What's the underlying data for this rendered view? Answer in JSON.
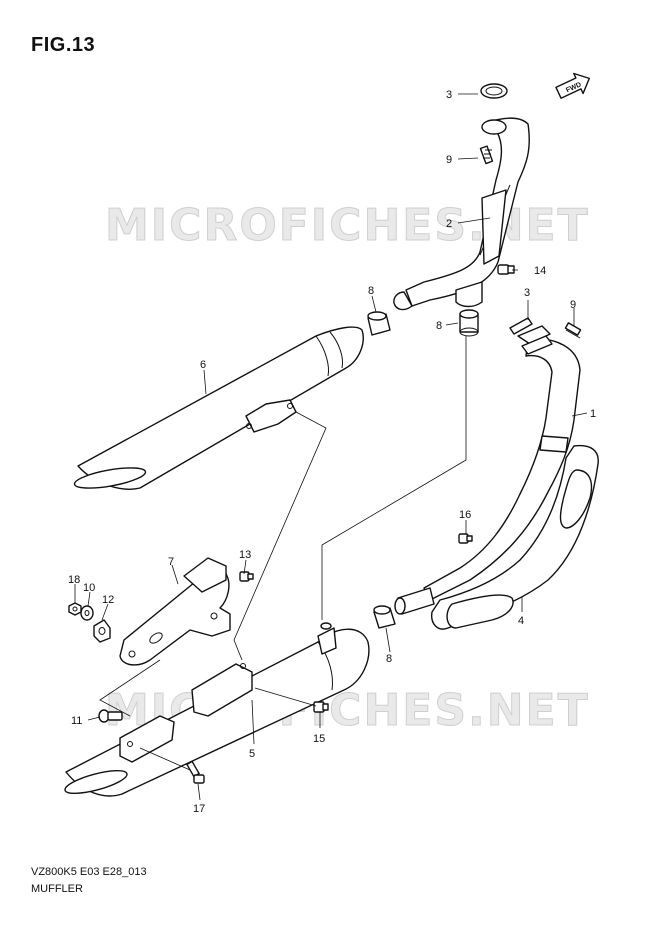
{
  "figure": {
    "title": "FIG.13",
    "code": "VZ800K5 E03 E28_013",
    "caption": "MUFFLER"
  },
  "watermark": {
    "text": "MICROFICHES.NET"
  },
  "direction_arrow": {
    "label": "FWD"
  },
  "callouts": {
    "c1": "1",
    "c2": "2",
    "c3a": "3",
    "c3b": "3",
    "c4": "4",
    "c5": "5",
    "c6": "6",
    "c7": "7",
    "c8a": "8",
    "c8b": "8",
    "c8c": "8",
    "c9a": "9",
    "c9b": "9",
    "c10": "10",
    "c11": "11",
    "c12": "12",
    "c13": "13",
    "c14": "14",
    "c15": "15",
    "c16": "16",
    "c17": "17",
    "c18": "18"
  }
}
